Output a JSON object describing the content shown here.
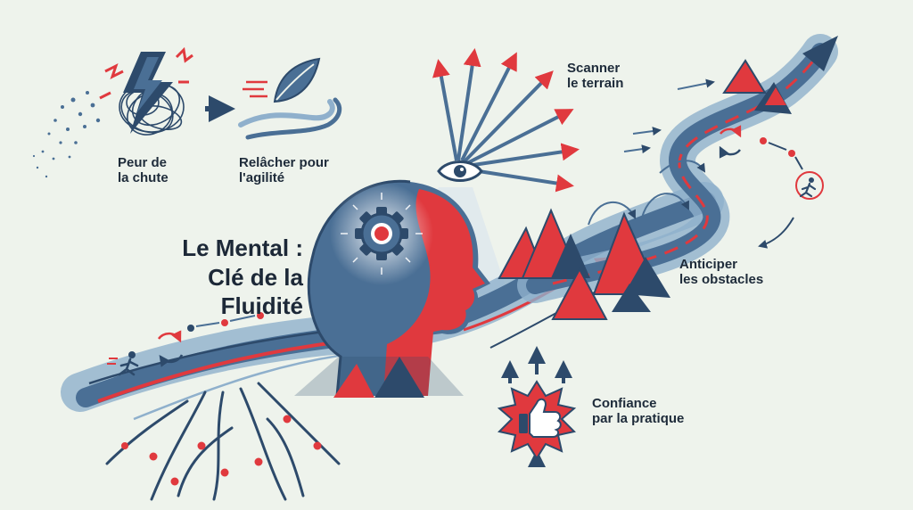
{
  "title": {
    "line1": "Le Mental :",
    "line2": "Clé de la Fluidité"
  },
  "labels": {
    "fear_line1": "Peur de",
    "fear_line2": "la chute",
    "relax_line1": "Relâcher pour",
    "relax_line2": "l'agilité",
    "scan_line1": "Scanner",
    "scan_line2": "le terrain",
    "anticipate_line1": "Anticiper",
    "anticipate_line2": "les obstacles",
    "confidence_line1": "Confiance",
    "confidence_line2": "par la pratique"
  },
  "colors": {
    "navy": "#2d4a6b",
    "blue": "#4a6f95",
    "light_blue": "#8fb0cc",
    "red": "#e0393e",
    "background": "#eef3ec"
  },
  "icons": [
    "lightning-icon",
    "leaf-icon",
    "wind-icon",
    "eye-icon",
    "gear-icon",
    "thumbs-up-icon",
    "runner-icon",
    "cycle-arrows-icon",
    "mountain-icon"
  ]
}
